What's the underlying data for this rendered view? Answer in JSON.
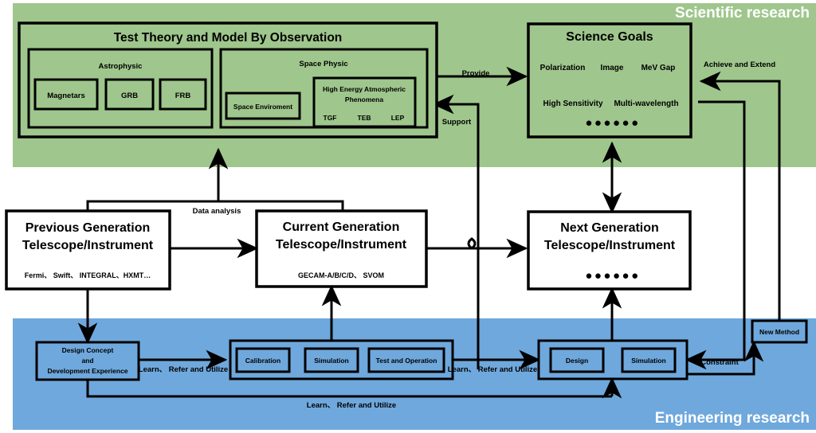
{
  "bands": {
    "scientific": {
      "label": "Scientific research",
      "color": "#9fc68c"
    },
    "engineering": {
      "label": "Engineering research",
      "color": "#6fa8dc"
    }
  },
  "scientific": {
    "test_theory": {
      "title": "Test Theory and Model By Observation",
      "astrophysic": {
        "title": "Astrophysic",
        "items": [
          "Magnetars",
          "GRB",
          "FRB"
        ]
      },
      "space_physic": {
        "title": "Space Physic",
        "space_environment": "Space Enviroment",
        "heap": {
          "title_line1": "High Energy Atmospheric",
          "title_line2": "Phenomena",
          "items": [
            "TGF",
            "TEB",
            "LEP"
          ]
        }
      }
    },
    "science_goals": {
      "title": "Science Goals",
      "row1": [
        "Polarization",
        "Image",
        "MeV Gap"
      ],
      "row2": [
        "High Sensitivity",
        "Multi-wavelength"
      ],
      "dots": "●●●●●●"
    }
  },
  "generations": {
    "previous": {
      "line1": "Previous Generation",
      "line2": "Telescope/Instrument",
      "examples": "Fermi、 Swift、 INTEGRAL、HXMT…"
    },
    "current": {
      "line1": "Current Generation",
      "line2": "Telescope/Instrument",
      "examples": "GECAM-A/B/C/D、 SVOM"
    },
    "next": {
      "line1": "Next Generation",
      "line2": "Telescope/Instrument",
      "dots": "●●●●●●"
    }
  },
  "engineering": {
    "design_concept": {
      "line1": "Design Concept",
      "line2": "and",
      "line3": "Development Experience"
    },
    "current_group": [
      "Calibration",
      "Simulation",
      "Test and Operation"
    ],
    "next_group": [
      "Design",
      "Simulation"
    ],
    "new_method": "New Method"
  },
  "edges": {
    "data_analysis": "Data analysis",
    "provide": "Provide",
    "support": "Support",
    "achieve_and_extend": "Achieve and Extend",
    "constraint": "Constraint",
    "learn_refer_1": "Learn、 Refer and Utilize",
    "learn_refer_2": "Learn、 Refer and Utilize",
    "learn_refer_3": "Learn、 Refer and Utilize"
  }
}
